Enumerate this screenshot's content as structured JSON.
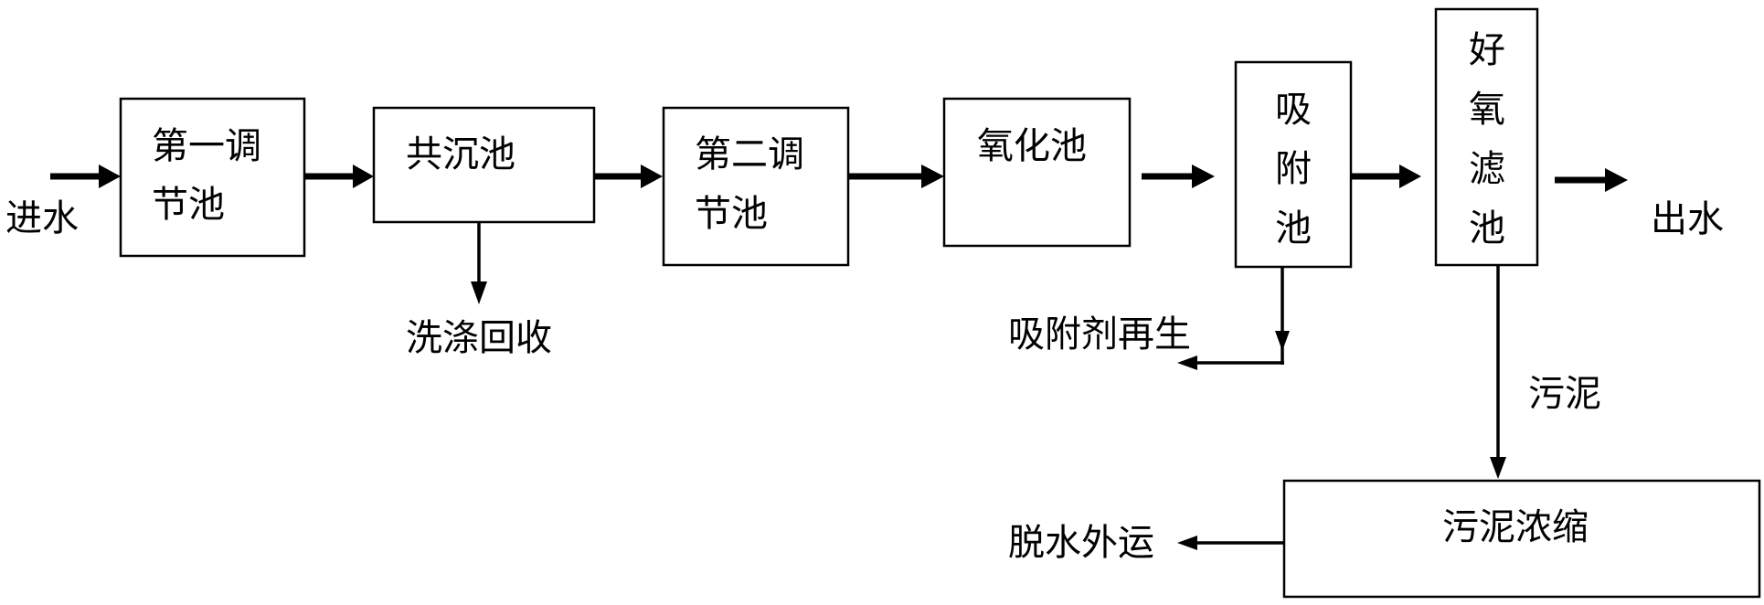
{
  "nodes": {
    "inlet": "进水",
    "tank1": {
      "line1": "第一调",
      "line2": "节池"
    },
    "coprecip": "共沉池",
    "wash": "洗涤回收",
    "tank2": {
      "line1": "第二调",
      "line2": "节池"
    },
    "oxidation": "氧化池",
    "adsorption": [
      "吸",
      "附",
      "池"
    ],
    "regen": "吸附剂再生",
    "aerobic": [
      "好",
      "氧",
      "滤",
      "池"
    ],
    "outlet": "出水",
    "sludge": "污泥",
    "thickening": "污泥浓缩",
    "dewater": "脱水外运"
  }
}
